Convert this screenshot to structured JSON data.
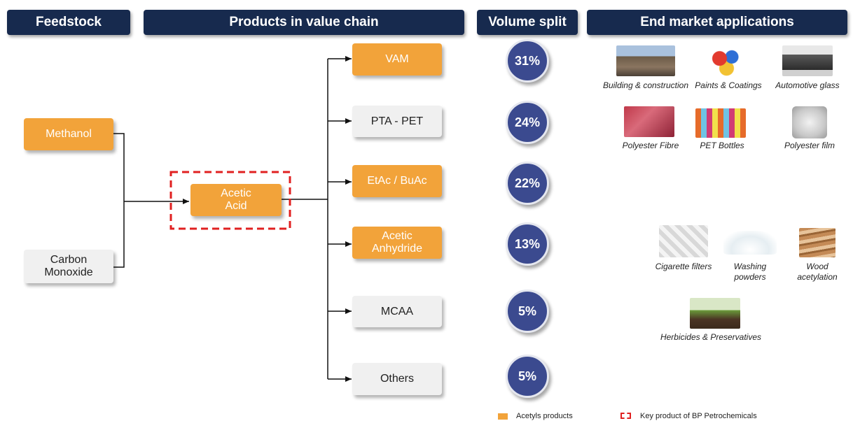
{
  "headers": {
    "feedstock": "Feedstock",
    "products": "Products in value chain",
    "volume": "Volume split",
    "end_market": "End market applications"
  },
  "feedstock": {
    "methanol": "Methanol",
    "carbon_monoxide": "Carbon Monoxide"
  },
  "center": {
    "acetic_acid": "Acetic Acid"
  },
  "products": [
    {
      "label": "VAM",
      "volume": "31%",
      "acetyls": true
    },
    {
      "label": "PTA - PET",
      "volume": "24%",
      "acetyls": false
    },
    {
      "label": "EtAc / BuAc",
      "volume": "22%",
      "acetyls": true
    },
    {
      "label": "Acetic Anhydride",
      "volume": "13%",
      "acetyls": true
    },
    {
      "label": "MCAA",
      "volume": "5%",
      "acetyls": false
    },
    {
      "label": "Others",
      "volume": "5%",
      "acetyls": false
    }
  ],
  "applications": {
    "building": "Building & construction",
    "paints": "Paints & Coatings",
    "automotive": "Automotive glass",
    "polyester_fibre": "Polyester Fibre",
    "pet_bottles": "PET Bottles",
    "polyester_film": "Polyester film",
    "cigarette": "Cigarette filters",
    "washing": "Washing powders",
    "wood": "Wood acetylation",
    "herbicides": "Herbicides & Preservatives"
  },
  "legend": {
    "acetyls": "Acetyls products",
    "key_product": "Key product of BP Petrochemicals"
  },
  "colors": {
    "header": "#172a4e",
    "acetyls_orange": "#f2a33a",
    "non_acetyls_grey": "#f0f0f0",
    "volume_circle": "#3b4a8f",
    "key_product_dash": "#e02020"
  }
}
